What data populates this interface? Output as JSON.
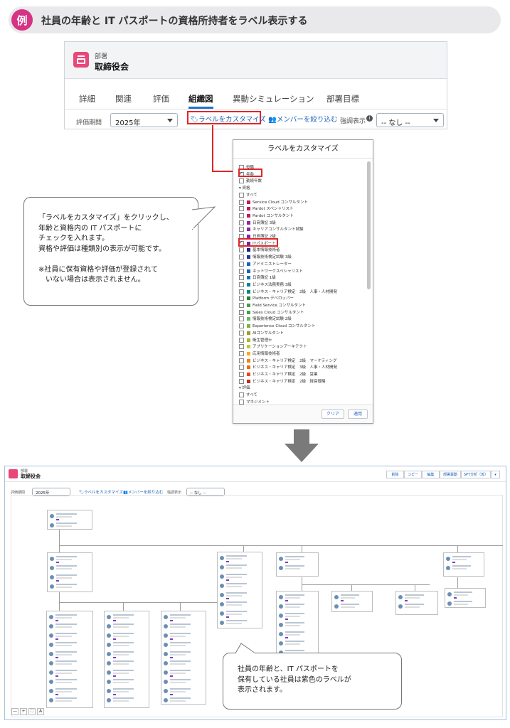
{
  "banner": {
    "badge": "例",
    "title": "社員の年齢と IT パスポートの資格所持者をラベル表示する"
  },
  "record": {
    "object_label": "部署",
    "name": "取締役会"
  },
  "tabs": [
    "詳細",
    "関連",
    "評価",
    "組織図",
    "異動シミュレーション",
    "部署目標"
  ],
  "active_tab": "組織図",
  "filters": {
    "period_label": "評価期間",
    "period_value": "2025年",
    "customize_label": "ラベルをカスタマイズ",
    "filter_members_label": "メンバーを絞り込む",
    "highlight_label": "強調表示",
    "highlight_value": "-- なし --"
  },
  "dialog": {
    "title": "ラベルをカスタマイズ",
    "rows": [
      {
        "text": "役職",
        "checked": false,
        "level": 0
      },
      {
        "text": "年齢",
        "checked": true,
        "level": 0
      },
      {
        "text": "勤続年数",
        "checked": false,
        "level": 0
      },
      {
        "text": "▾ 資格",
        "checked": null,
        "level": -1
      },
      {
        "text": "すべて",
        "checked": false,
        "level": 0
      },
      {
        "text": "Service Cloud コンサルタント",
        "checked": false,
        "level": 1,
        "color": "#c2185b"
      },
      {
        "text": "Pardot スペシャリスト",
        "checked": false,
        "level": 1,
        "color": "#c2185b"
      },
      {
        "text": "Pardot コンサルタント",
        "checked": false,
        "level": 1,
        "color": "#c2185b"
      },
      {
        "text": "日商簿記 3級",
        "checked": false,
        "level": 1,
        "color": "#8e24aa"
      },
      {
        "text": "キャリアコンサルタント試験",
        "checked": false,
        "level": 1,
        "color": "#8e24aa"
      },
      {
        "text": "日商簿記 2級",
        "checked": false,
        "level": 1,
        "color": "#8e24aa"
      },
      {
        "text": "ITパスポート",
        "checked": true,
        "level": 1,
        "color": "#7b1fa2"
      },
      {
        "text": "基本情報技術者",
        "checked": false,
        "level": 1,
        "color": "#1a237e"
      },
      {
        "text": "情報技術検定試験 3級",
        "checked": false,
        "level": 1,
        "color": "#283593"
      },
      {
        "text": "アドミニストレーター",
        "checked": false,
        "level": 1,
        "color": "#1565c0"
      },
      {
        "text": "ネットワークスペシャリスト",
        "checked": false,
        "level": 1,
        "color": "#1565c0"
      },
      {
        "text": "日商簿記 1級",
        "checked": false,
        "level": 1,
        "color": "#0277bd"
      },
      {
        "text": "ビジネス法務実務 3級",
        "checked": false,
        "level": 1,
        "color": "#00838f"
      },
      {
        "text": "ビジネス・キャリア検定　2級　人事・人材開発",
        "checked": false,
        "level": 1,
        "color": "#00897b"
      },
      {
        "text": "Platform デベロッパー",
        "checked": false,
        "level": 1,
        "color": "#2e7d32"
      },
      {
        "text": "Field Service コンサルタント",
        "checked": false,
        "level": 1,
        "color": "#43a047"
      },
      {
        "text": "Sales Cloud コンサルタント",
        "checked": false,
        "level": 1,
        "color": "#43a047"
      },
      {
        "text": "情報技術検定試験 2級",
        "checked": false,
        "level": 1,
        "color": "#66bb6a"
      },
      {
        "text": "Experience Cloud コンサルタント",
        "checked": false,
        "level": 1,
        "color": "#7cb342"
      },
      {
        "text": "AIコンサルタント",
        "checked": false,
        "level": 1,
        "color": "#9e9d24"
      },
      {
        "text": "衛生管理士",
        "checked": false,
        "level": 1,
        "color": "#afb42b"
      },
      {
        "text": "アプリケーションアーキテクト",
        "checked": false,
        "level": 1,
        "color": "#c0ca33"
      },
      {
        "text": "応用情報技術者",
        "checked": false,
        "level": 1,
        "color": "#f9a825"
      },
      {
        "text": "ビジネス・キャリア検定　2級　マーケティング",
        "checked": false,
        "level": 1,
        "color": "#f57f17"
      },
      {
        "text": "ビジネス・キャリア検定　3級　人事・人材開発",
        "checked": false,
        "level": 1,
        "color": "#ef6c00"
      },
      {
        "text": "ビジネス・キャリア検定　2級　営業",
        "checked": false,
        "level": 1,
        "color": "#e64a19"
      },
      {
        "text": "ビジネス・キャリア検定　2級　経営戦略",
        "checked": false,
        "level": 1,
        "color": "#c62828"
      },
      {
        "text": "▾ 評価",
        "checked": null,
        "level": -1
      },
      {
        "text": "すべて",
        "checked": false,
        "level": 0
      },
      {
        "text": "マネジメント",
        "checked": false,
        "level": 0
      }
    ],
    "clear_label": "クリア",
    "apply_label": "適用"
  },
  "callout1": "「ラベルをカスタマイズ」をクリックし、\n年齢と資格内の IT パスポートに\nチェックを入れます。\n資格や評価は種類別の表示が可能です。\n\n※社員に保有資格や評価が登録されて\n　いない場合は表示されません。",
  "callout2": "社員の年齢と、IT パスポートを\n保有している社員は紫色のラベルが\n表示されます。",
  "bottom": {
    "object_label": "部署",
    "name": "取締役会",
    "actions": [
      "削除",
      "コピー",
      "編集",
      "部署異動",
      "SPT分析（仮）",
      "▾"
    ],
    "period_label": "評価期間",
    "period_value": "2025年",
    "customize_label": "ラベルをカスタマイズ",
    "filter_members_label": "メンバーを絞り込む",
    "highlight_label": "強調表示",
    "highlight_value": "-- なし --",
    "zoom_controls": [
      "—",
      "+",
      "⛶",
      "A"
    ]
  }
}
